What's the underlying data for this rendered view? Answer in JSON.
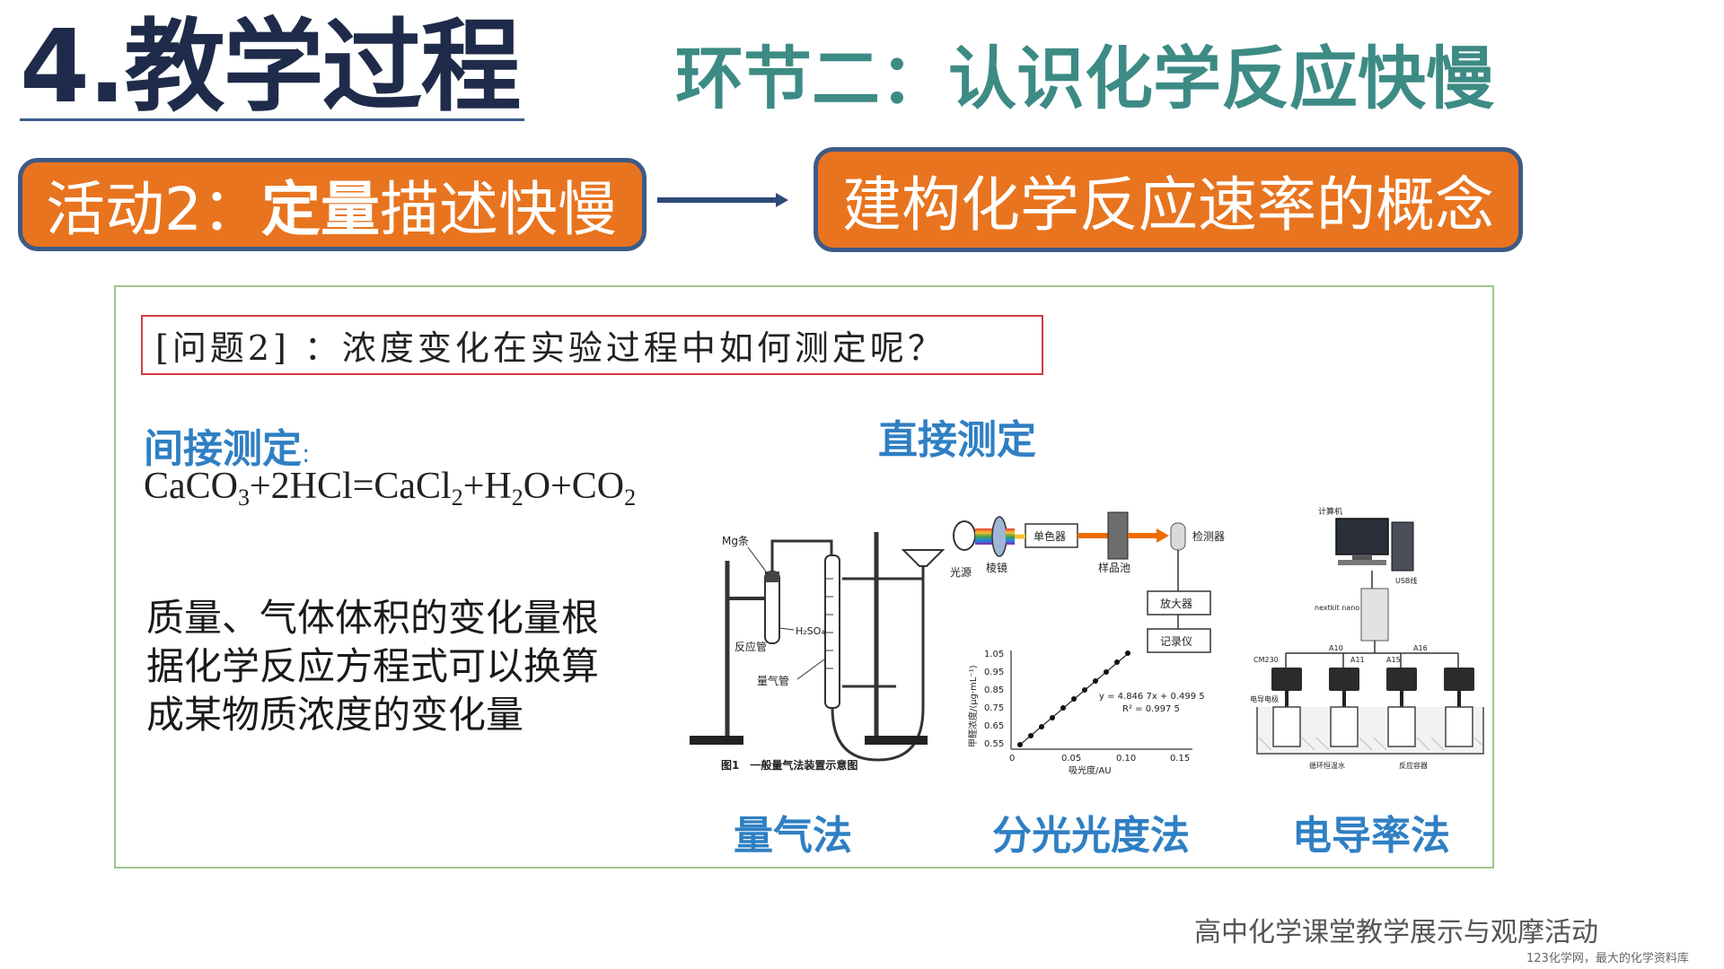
{
  "header": {
    "section_title": "4.教学过程",
    "stage_title": "环节二：认识化学反应快慢"
  },
  "activity": {
    "prefix": "活动2：",
    "bold": "定量",
    "suffix": "描述快慢"
  },
  "concept_box": "建构化学反应速率的概念",
  "question": "[问题2] ：浓度变化在实验过程中如何测定呢？",
  "indirect": {
    "label": "间接测定",
    "colon": ":",
    "equation": {
      "p1": "CaCO",
      "s1": "3",
      "p2": "+2HCl=CaCl",
      "s2": "2",
      "p3": "+H",
      "s3": "2",
      "p4": "O+CO",
      "s4": "2"
    },
    "description": [
      "质量、气体体积的变化量根",
      "据化学反应方程式可以换算",
      "成某物质浓度的变化量"
    ]
  },
  "direct": {
    "label": "直接测定"
  },
  "methods": {
    "gas": "量气法",
    "spectro": "分光光度法",
    "conduct": "电导率法"
  },
  "gas_diagram": {
    "mg": "Mg条",
    "reaction_tube": "反应管",
    "acid": "H₂SO₄",
    "burette": "量气管",
    "caption": "图1　一般量气法装置示意图"
  },
  "spectro_diagram": {
    "light_source": "光源",
    "lens": "棱镜",
    "monochromator": "单色器",
    "sample_cell": "样品池",
    "detector": "检测器",
    "amplifier": "放大器",
    "recorder": "记录仪",
    "ylabel": "甲醛浓度/(μg·mL⁻¹)",
    "xlabel": "吸光度/AU",
    "equation": "y = 4.846 7x + 0.499 5",
    "r2": "R² = 0.997 5",
    "yticks": [
      "1.05",
      "0.95",
      "0.85",
      "0.75",
      "0.65",
      "0.55"
    ],
    "xticks": [
      "0",
      "0.05",
      "0.10",
      "0.15"
    ]
  },
  "conduct_diagram": {
    "computer": "计算机",
    "usb": "USB线",
    "device": "nextkit nano",
    "a10": "A10",
    "a11": "A11",
    "a15": "A15",
    "a16": "A16",
    "meter": "CM230",
    "electrode": "电导电极",
    "water": "循环恒温水",
    "vessel": "反应容器"
  },
  "footer": {
    "event": "高中化学课堂教学展示与观摩活动",
    "watermark": "123化学网，最大的化学资料库"
  }
}
